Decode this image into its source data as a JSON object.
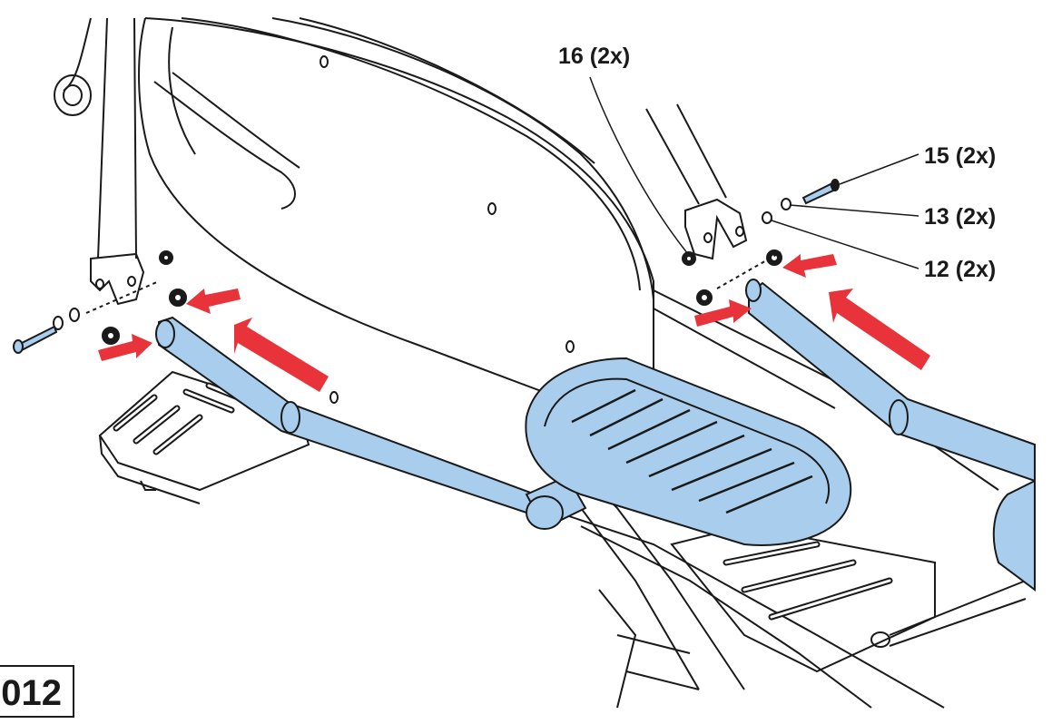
{
  "callouts": [
    {
      "id": "16",
      "label": "16 (2x)"
    },
    {
      "id": "15",
      "label": "15 (2x)"
    },
    {
      "id": "13",
      "label": "13 (2x)"
    },
    {
      "id": "12",
      "label": "12 (2x)"
    }
  ],
  "step": {
    "label": "012"
  },
  "colors": {
    "part_highlight": "#a9cdec",
    "part_highlight_dark": "#7fb0dc",
    "arrow": "#e8333a",
    "line": "#1a1a1a"
  }
}
